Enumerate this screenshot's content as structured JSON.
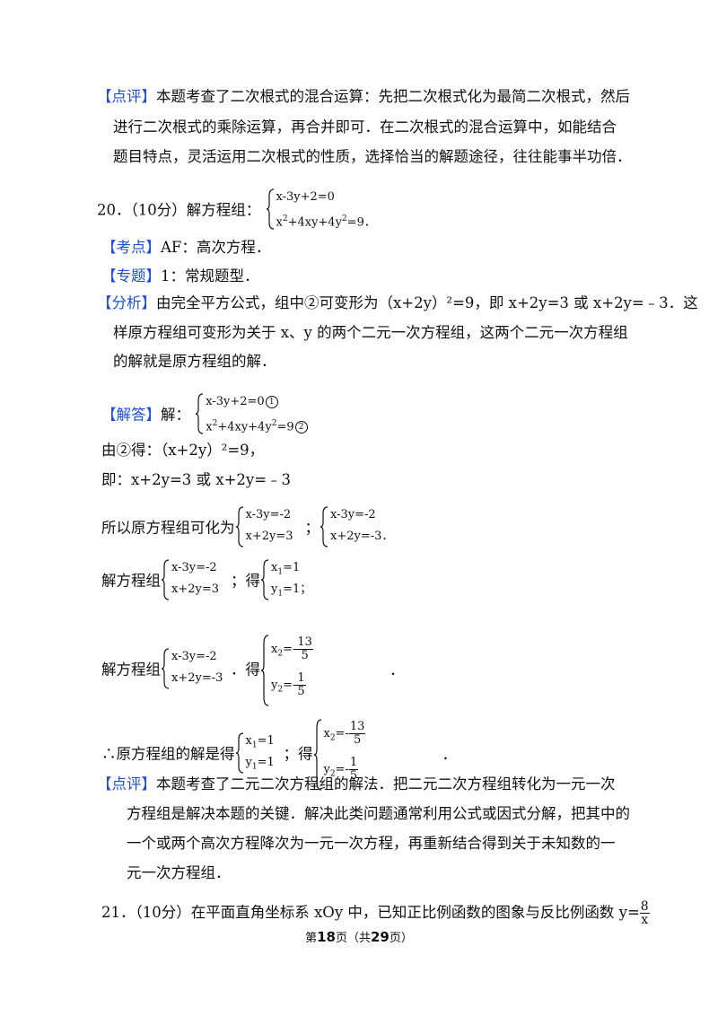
{
  "p19": {
    "tag": "【点评】",
    "l1": "本题考查了二次根式的混合运算：先把二次根式化为最简二次根式，然后",
    "l2": "进行二次根式的乘除运算，再合并即可．在二次根式的混合运算中，如能结合",
    "l3": "题目特点，灵活运用二次根式的性质，选择恰当的解题途径，往往能事半功倍．"
  },
  "q20": {
    "head": "20．（10分）解方程组：",
    "eq1": "x-3y+2=0",
    "eq2a": "x",
    "eq2b": "+4xy+4y",
    "eq2c": "=9",
    "sq": "2",
    "end": "．"
  },
  "kaodian": {
    "tag": "【考点】",
    "text": "AF：高次方程．"
  },
  "zhuanti": {
    "tag": "【专题】",
    "text": "1：常规题型．"
  },
  "fenxi": {
    "tag": "【分析】",
    "l1": "由完全平方公式，组中②可变形为（x+2y）²=9，即 x+2y=3 或 x+2y=﹣3．这",
    "l2": "样原方程组可变形为关于 x、y 的两个二元一次方程组，这两个二元一次方程组",
    "l3": "的解就是原方程组的解．"
  },
  "jieda": {
    "tag": "【解答】",
    "text": "解：",
    "c1": "1",
    "c2": "2"
  },
  "step1": "由②得：（x+2y）²=9，",
  "step2": "即：x+2y=3 或 x+2y=﹣3",
  "step3": {
    "pre": "所以原方程组可化为",
    "sep": "；",
    "end": "．",
    "a1": "x-3y=-2",
    "a2": "x+2y=3",
    "b1": "x-3y=-2",
    "b2": "x+2y=-3"
  },
  "step4": {
    "pre": "解方程组",
    "sep": "；得",
    "end": "；",
    "a1": "x-3y=-2",
    "a2": "x+2y=3",
    "r1": "x",
    "r1s": "1",
    "r1v": "=1",
    "r2": "y",
    "r2s": "1",
    "r2v": "=1"
  },
  "step5": {
    "pre": "解方程组",
    "sep": "．得",
    "end": "．",
    "a1": "x-3y=-2",
    "a2": "x+2y=-3",
    "r1": "x",
    "r1s": "2",
    "r1eq": "=-",
    "r1n": "13",
    "r1d": "5",
    "r2": "y",
    "r2s": "2",
    "r2eq": "=-",
    "r2n": "1",
    "r2d": "5"
  },
  "step6": {
    "pre": "∴原方程组的解是得",
    "sep": "；得",
    "end": "．",
    "a1": "x",
    "a1s": "1",
    "a1v": "=1",
    "a2": "y",
    "a2s": "1",
    "a2v": "=1",
    "r1": "x",
    "r1s": "2",
    "r1eq": "=-",
    "r1n": "13",
    "r1d": "5",
    "r2": "y",
    "r2s": "2",
    "r2eq": "=-",
    "r2n": "1",
    "r2d": "5"
  },
  "p20": {
    "tag": "【点评】",
    "l1": "本题考查了二元二次方程组的解法．把二元二次方程组转化为一元一次",
    "l2": "方程组是解决本题的关键．解决此类问题通常利用公式或因式分解，把其中的",
    "l3": "一个或两个高次方程降次为一元一次方程，再重新结合得到关于未知数的一",
    "l4": "元一次方程组．"
  },
  "q21": {
    "text": "21．（10分）在平面直角坐标系 xOy 中，已知正比例函数的图象与反比例函数 y=",
    "num": "8",
    "den": "x"
  },
  "footer": {
    "a": "第",
    "page": "18",
    "b": "页（共",
    "total": "29",
    "c": "页）"
  }
}
